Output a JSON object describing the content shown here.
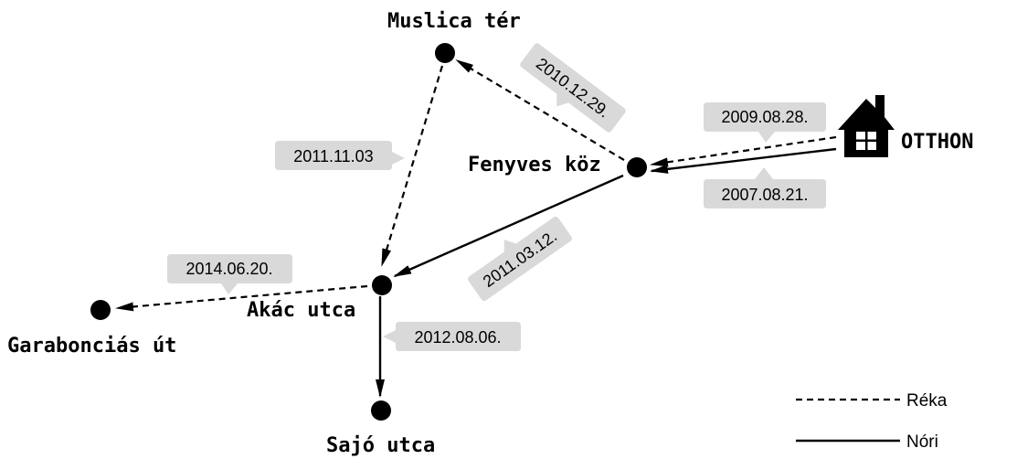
{
  "places": {
    "muslica": "Muslica tér",
    "fenyves": "Fenyves köz",
    "otthon": "OTTHON",
    "akac": "Akác utca",
    "garabonciás": "Garabonciás út",
    "sajo": "Sajó utca"
  },
  "dates": {
    "d_2010_12_29": "2010.12.29.",
    "d_2009_08_28": "2009.08.28.",
    "d_2011_11_03": "2011.11.03",
    "d_2007_08_21": "2007.08.21.",
    "d_2011_03_12": "2011.03.12.",
    "d_2014_06_20": "2014.06.20.",
    "d_2012_08_06": "2012.08.06."
  },
  "legend": {
    "dashed_label": "Réka",
    "solid_label": "Nóri"
  },
  "icons": {
    "home": "house-icon"
  }
}
